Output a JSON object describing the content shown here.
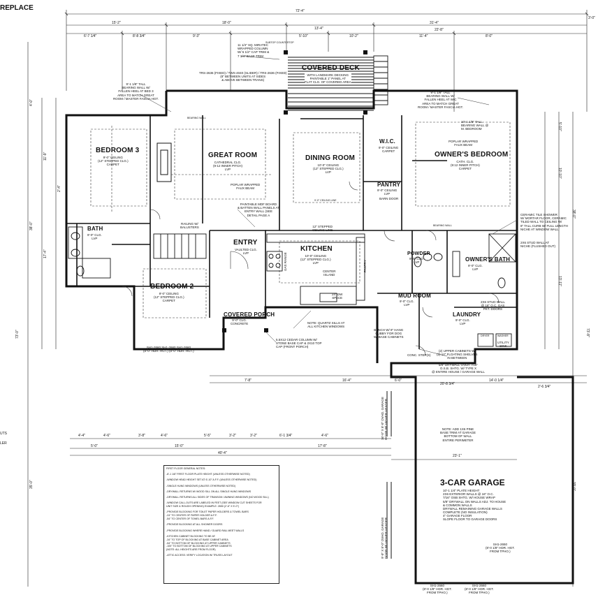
{
  "header": {
    "corner_text": "REPLACE",
    "side_1": "UTS",
    "side_2": "LER"
  },
  "rooms": {
    "bedroom3": {
      "name": "BEDROOM 3",
      "detail": "9'-0\" CEILING\n(12\" STEPPED CLG.)\nCARPET"
    },
    "great_room": {
      "name": "GREAT ROOM",
      "detail": "CATHEDRAL CLG.\n(9-12 INNER PITCH)\nLVP"
    },
    "dining_room": {
      "name": "DINING ROOM",
      "detail": "10'-0\" CEILING\n(12\" STEPPED CLG.)\nLVP"
    },
    "wic": {
      "name": "W.I.C.",
      "detail": "9'-0\" CEILING\nCARPET"
    },
    "owners_bedroom": {
      "name": "OWNER'S BEDROOM",
      "detail": "CATH. CLG.\n(9:12 INNER PITCH)\nCARPET"
    },
    "pantry": {
      "name": "PANTRY",
      "detail": "9'-0\" CEILING\nLVP"
    },
    "bath": {
      "name": "BATH",
      "detail": "9'-0\" CLG.\nLVP"
    },
    "entry": {
      "name": "ENTRY",
      "detail": "VAULTED CLG.\nLVP"
    },
    "kitchen": {
      "name": "KITCHEN",
      "detail": "10'-0\" CEILING\n(12\" STEPPED CLG.)\nLVP"
    },
    "powder": {
      "name": "POWDER",
      "detail": "9'-0\" CLG.\nLVP"
    },
    "owners_bath": {
      "name": "OWNER'S BATH",
      "detail": "9'-0\" CLG.\nLVP"
    },
    "bedroom2": {
      "name": "BEDROOM 2",
      "detail": "9'-0\" CEILING\n(12\" STEPPED CLG.)\nCARPET"
    },
    "covered_porch": {
      "name": "COVERED PORCH",
      "detail": "9'-0\" CLG.\nCONCRETE"
    },
    "mud_room": {
      "name": "MUD ROOM",
      "detail": "9'-0\" CLG.\nLVP"
    },
    "laundry": {
      "name": "LAUNDRY",
      "detail": "9'-0\" CLG.\nLVP"
    },
    "covered_deck": {
      "name": "COVERED DECK",
      "detail": "WITH LANDMARK DECKING\nPAINTABLE 1\" PANEL AT\nFLAT CLG. OF COVERED AREA"
    },
    "garage": {
      "name": "3-CAR GARAGE",
      "detail": "10'-1 1/4\" PLATE HEIGHT\n2X6 EXTERIOR WALLS @ 16\" O.C.\n7/16\" OSB SHTG. W/ HOUSE WRAP\n5/8\" DRYWALL ON WALLS ADJ. TO HOUSE\n& COMMON WALLS\nDRYWALL REMAINING GARAGE WALLS\nCOMPLETE (NO INSULATION)\n4\" GARAGE FLOOR\nSLOPE FLOOR TO GARAGE DOORS"
    }
  },
  "dimensions": {
    "overall_top": "72'-4\"",
    "top_row_a": [
      "15'-2\"",
      "18'-0\"",
      "13'-4\"",
      "31'-4\""
    ],
    "top_row_b": [
      "6'-7 1/4\"",
      "8'-8 3/4\"",
      "9'-3\"",
      "5'-10\"",
      "10'-2\"",
      "11'-4\"",
      "22'-8\"",
      "8'-0\""
    ],
    "top_offset": "3'-0\"",
    "left_col": [
      "4'-0\"",
      "11'-9\"",
      "38'-0\"",
      "2'-4\"",
      "17'-4\"",
      "73'-0\"",
      "35'-0\""
    ],
    "right_col": [
      "5'-10\"",
      "10'-10\"",
      "38'-0\"",
      "13'-11\"",
      "33'-0\"",
      "73'-8\""
    ],
    "mid_row": [
      "4'-4\"",
      "4'-6\"",
      "3'-8\"",
      "4'-6\"",
      "5'-5\"",
      "3'-2\"",
      "3'-2\"",
      "6'-1 3/4\"",
      "4'-6\""
    ],
    "mid_totals": [
      "5'-0\"",
      "15'-0\"",
      "40'-4\"",
      "17'-8\""
    ],
    "garage_row": [
      "7'-8\"",
      "16'-4\"",
      "6'-0\"",
      "20'-8 3/4\"",
      "14'-0 1/4\"",
      "2'-6 3/4\""
    ],
    "garage_width": "23'-1\""
  },
  "callouts": {
    "c1": "TRS-2636 (FIXED) / TWS-4040 (SLIDER) / TRS-2636 (FIXED)\n(8\" BETWEEN UNITS AT SIDES\n& ABOVE BETWEEN TRANS)",
    "c2": "11 1/4\" SQ. MIRATEC\nWRAPPED COLUMN\nW/ 5 1/2\" CAP TRIM &\n7 1/4\" BASE TRIM",
    "c3": "9'-1 1/8\" TALL\nBEARING WALL W/\nFALLEN HEEL AT BED 3\nAREA TO MATCH GREAT\nROOM / MASTER FASCIA HGT.",
    "c4": "9'-1 1/8\" TALL\nBEARING WALL W/\nFALLEN HEEL AT WIC\nAREA TO MATCH GREAT\nROOM / MASTER FASCIA HGT.",
    "c5": "POPLAR WRAPPED\nFAUX BEAM",
    "c6": "PAINTABLE MDF BOARD\n& BATTEN WALL PANELS AT\nENTRY WALL (SEE\nDETAIL PAGE A",
    "c7": "SUBTOP COUNTERTOP",
    "c8": "CERAMIC TILE SHOWER\nW/ MORTAR FLOOR, CERAMIC\nTILED WALL TO CEILING W/\n8\" TALL CURB W/ FULL LENGTH\nNICHE AT WINDOW WALL",
    "c9": "2X6 STUD WALL AT\nNICHE (FLUSHED OUT)",
    "c10": "5.5X12 CEDAR COLUMN W/\nSTONE BASE CAP & 2X10 TOP\nCAP (FRONT PORCH)",
    "c11": "BENCH W/ 8\" HANG\nCUBBY FOR DOG\nW/ BASE CABINETS",
    "c12": "NOTE: QUARTZ SILLS AT\nALL KITCHEN WINDOWS",
    "c13": "(2) UPPER CABINETS W/\n(2) 12\" FLOATING SHELVES\nIN BETWEEN",
    "c14": "5/8\" DRYWALL OVER 7/16\"\nO.S.B. SHTG. W/ TYPE X\n@ ENTIRE HOUSE / GARAGE WALL",
    "c15": "NOTE: ADD 1X6 PINE\nBASE TRIM AT GARAGE\nBOTTOM OF WALL\nENTIRE PERIMETER",
    "c16": "9'-0\" X 8'-0\" OVHD. GARAGE\nDOOR W/ HIGHER HEADER",
    "c17": "16'-0\" X 8'-0\" OVHD. GARAGE\nDOOR W/ HIGHER HEADER",
    "c18": "SH1-2660\n(8'-0 1/8\" HDR. HGT.\nFROM TPHO.)",
    "c19": "SH1-2660\n(8'-0 1/8\" HDR. HGT.\nFROM TPHO.)",
    "c20": "SH1-2650\n(8'-0 1/8\" HDR. HGT.\nFROM TPHO.)",
    "c21": "CONC. STEP(S)",
    "c22": "SH1-2660 SH1-2660 SH1-2660\n(8'-0\" HDR. HGT.) (8'-0\" HDR. HGT.)",
    "c23": "12\" STEPPED\nCEILING LINE",
    "c24": "RAILING W/\nBALUSTERS",
    "c25": "BARN DOOR",
    "c26": "GAS RANGE",
    "c27": "24\" DW\nSPACE",
    "c28": "CENTER\nISLAND",
    "c29": "PANTRY",
    "c30": "2X6 STUD WALL\n@ 16\" O.C. GAS\nPKT. DOORS",
    "c31": "DRYER",
    "c32": "WASHER",
    "c33": "UTILITY\nSINK",
    "c34": "BEARING WALL",
    "c35": "9'-0\" CEILING LINE",
    "c36": "10'-1 1/8\" TALL\nBEARING WALL @\nM. BEDROOM"
  },
  "general_notes": {
    "title": "FIRST FLOOR GENERAL NOTES:",
    "items": [
      "-8'-1 1/8\" FIRST FLOOR PLATE HEIGHT (UNLESS OTHERWISE NOTED)",
      "-WINDOW HEAD HEIGHT SET AT 6'-10\" A.F.F. (UNLESS OTHERWISE NOTED)",
      "-SINGLE HUNG WINDOWS (UNLESS OTHERWISE NOTED)",
      "-DRYWALL RETURNS W/ WOOD SILL ON ALL SINGLE HUNG WINDOWS",
      "-DRYWALL RETURNS ALL SIDES OF TRANSOM / AWNING WINDOWS (NO WOOD SILL)",
      "-WINDOW CALL-OUTS ARE LABELED IN FEET (SEE WINDOW CUT SHEETS FOR\nUNIT SIZE & ROUGH OPENING) EXAMPLE: 2650 (2'-6\" X 5'-0\")",
      "-PROVIDE BLOCKING FOR TOILET PAPER HOLDERS & TOWEL BARS\n-24\" TO CENTER OF PAPER HOLDER A.F.F.\n-54\" TO CENTER OF TOWEL BARS A.F.F.",
      "-PROVIDE BLOCKING AT ALL SHOWER DOORS",
      "-PROVIDE BLOCKING WHERE HAND / GUARD RAIL MEET WALLS",
      "-KITCHEN CABINET BLOCKING TO BE AT:\n-34\" TO TOP OF BLOCKING AT BASE CABINET AREA\n-54\" TO BOTTOM OF BLOCKING AT UPPER CABINETS\n-100\" TO BOTTOM OF BLOCKING AT UPPER CABINETS\n(NOTE: ALL HEIGHTS ARE FROM FLOOR)",
      "-ATTIC ACCESS: VERIFY LOCATION W/ TRUSS LAYOUT"
    ]
  }
}
